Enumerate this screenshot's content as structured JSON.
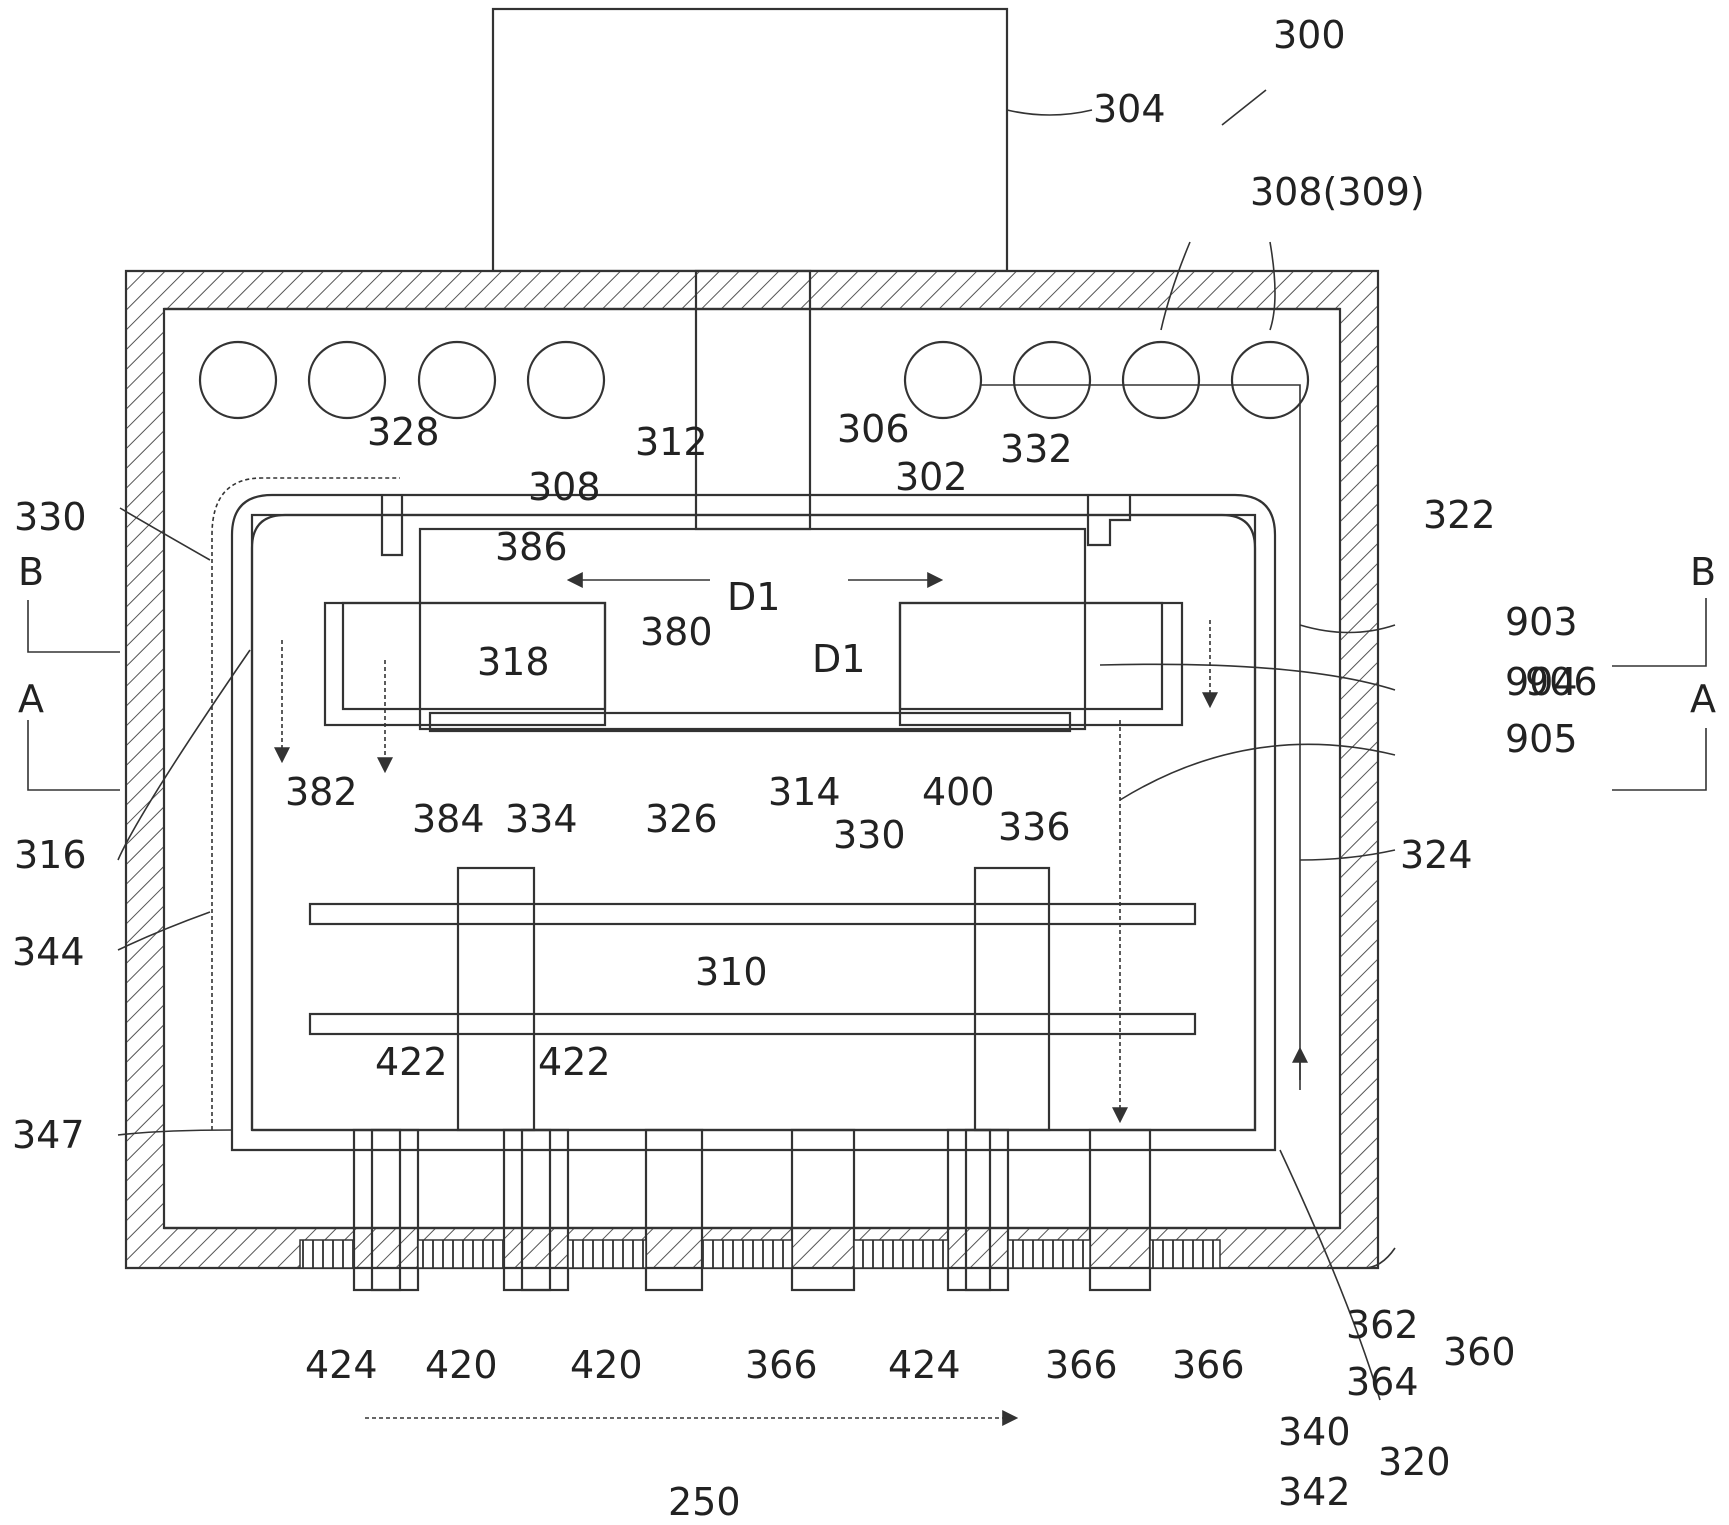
{
  "figure": {
    "labels": {
      "l300": "300",
      "l304": "304",
      "l308_309": "308(309)",
      "l308a": "308",
      "l328": "328",
      "l312": "312",
      "l306": "306",
      "l332": "332",
      "l302": "302",
      "l322": "322",
      "l330a": "330",
      "l386": "386",
      "l380": "380",
      "l318": "318",
      "l382": "382",
      "l384": "384",
      "l334": "334",
      "l326": "326",
      "l314": "314",
      "l330b": "330",
      "l400": "400",
      "l336": "336",
      "l324": "324",
      "l903": "903",
      "l904": "904",
      "l905": "905",
      "l906": "906",
      "l316": "316",
      "l344": "344",
      "l310": "310",
      "l347": "347",
      "l422a": "422",
      "l422b": "422",
      "l424a": "424",
      "l420a": "420",
      "l420b": "420",
      "l366a": "366",
      "l424b": "424",
      "l366b": "366",
      "l366c": "366",
      "l362": "362",
      "l364": "364",
      "l360": "360",
      "l340": "340",
      "l342": "342",
      "l320": "320",
      "l250": "250",
      "d1a": "D1",
      "d1b": "D1",
      "secB_l": "B",
      "secA_l": "A",
      "secB_r": "B",
      "secA_r": "A"
    }
  }
}
